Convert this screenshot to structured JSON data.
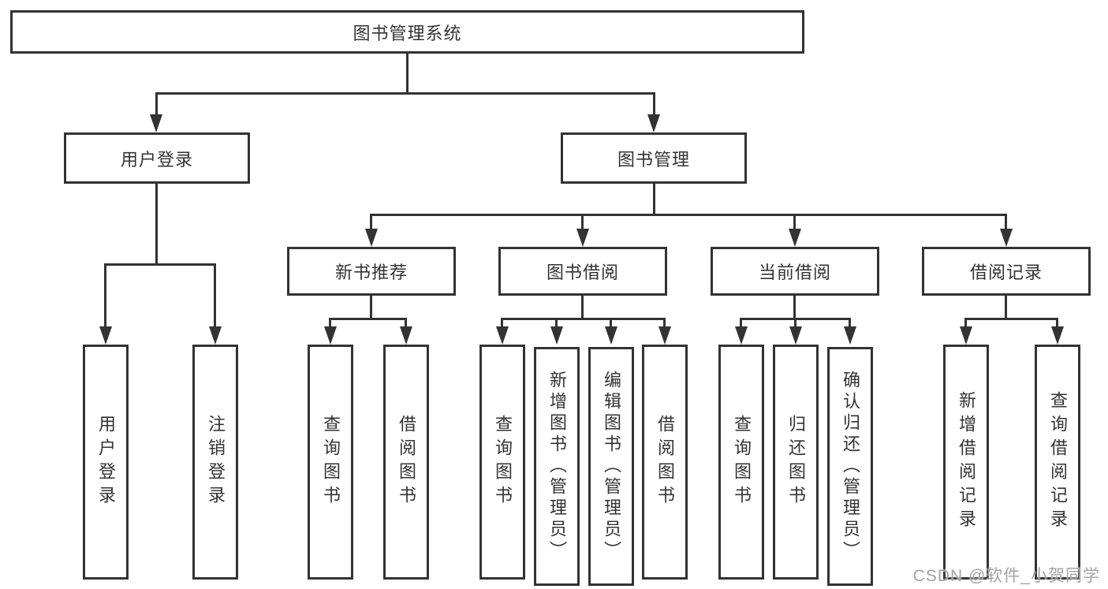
{
  "colors": {
    "background": "#ffffff",
    "line": "#333333",
    "box_border": "#333333",
    "text": "#333333",
    "watermark_text_color": "#a3a3a3"
  },
  "tree": {
    "root": {
      "label": "图书管理系统",
      "children": [
        {
          "label": "用户登录",
          "children": [
            {
              "label": "用户登录"
            },
            {
              "label": "注销登录"
            }
          ]
        },
        {
          "label": "图书管理",
          "children": [
            {
              "label": "新书推荐",
              "children": [
                {
                  "label": "查询图书"
                },
                {
                  "label": "借阅图书"
                }
              ]
            },
            {
              "label": "图书借阅",
              "children": [
                {
                  "label": "查询图书"
                },
                {
                  "label": "新增图书（管理员）"
                },
                {
                  "label": "编辑图书（管理员）"
                },
                {
                  "label": "借阅图书"
                }
              ]
            },
            {
              "label": "当前借阅",
              "children": [
                {
                  "label": "查询图书"
                },
                {
                  "label": "归还图书"
                },
                {
                  "label": "确认归还（管理员）"
                }
              ]
            },
            {
              "label": "借阅记录",
              "children": [
                {
                  "label": "新增借阅记录"
                },
                {
                  "label": "查询借阅记录"
                }
              ]
            }
          ]
        }
      ]
    }
  },
  "watermark": {
    "text": "CSDN @软件_小贺同学"
  }
}
